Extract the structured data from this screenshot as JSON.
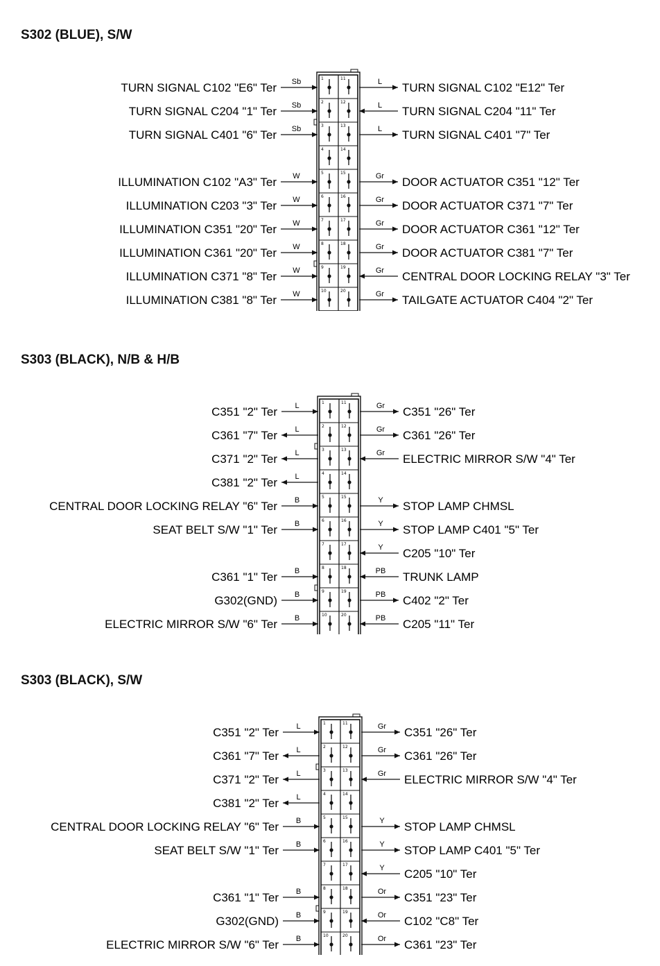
{
  "sections": [
    {
      "title": "S302 (BLUE), S/W",
      "rows": [
        {
          "left_label": "TURN SIGNAL C102 \"E6\" Ter",
          "left_wire": "Sb",
          "left_dir": "in",
          "pin_left": "1",
          "pin_right": "11",
          "right_wire": "L",
          "right_dir": "out",
          "right_label": "TURN SIGNAL C102 \"E12\" Ter"
        },
        {
          "left_label": "TURN SIGNAL C204 \"1\" Ter",
          "left_wire": "Sb",
          "left_dir": "in",
          "pin_left": "2",
          "pin_right": "12",
          "right_wire": "L",
          "right_dir": "in",
          "right_label": "TURN SIGNAL C204 \"11\" Ter"
        },
        {
          "left_label": "TURN SIGNAL C401 \"6\" Ter",
          "left_wire": "Sb",
          "left_dir": "in",
          "pin_left": "3",
          "pin_right": "13",
          "right_wire": "L",
          "right_dir": "out",
          "right_label": "TURN SIGNAL C401 \"7\" Ter"
        },
        {
          "left_label": "",
          "left_wire": "",
          "left_dir": "",
          "pin_left": "4",
          "pin_right": "14",
          "right_wire": "",
          "right_dir": "",
          "right_label": ""
        },
        {
          "left_label": "ILLUMINATION C102 \"A3\" Ter",
          "left_wire": "W",
          "left_dir": "in",
          "pin_left": "5",
          "pin_right": "15",
          "right_wire": "Gr",
          "right_dir": "out",
          "right_label": "DOOR ACTUATOR C351 \"12\" Ter"
        },
        {
          "left_label": "ILLUMINATION C203 \"3\" Ter",
          "left_wire": "W",
          "left_dir": "in",
          "pin_left": "6",
          "pin_right": "16",
          "right_wire": "Gr",
          "right_dir": "out",
          "right_label": "DOOR ACTUATOR C371 \"7\" Ter"
        },
        {
          "left_label": "ILLUMINATION C351 \"20\" Ter",
          "left_wire": "W",
          "left_dir": "in",
          "pin_left": "7",
          "pin_right": "17",
          "right_wire": "Gr",
          "right_dir": "out",
          "right_label": "DOOR ACTUATOR C361 \"12\" Ter"
        },
        {
          "left_label": "ILLUMINATION C361 \"20\" Ter",
          "left_wire": "W",
          "left_dir": "in",
          "pin_left": "8",
          "pin_right": "18",
          "right_wire": "Gr",
          "right_dir": "out",
          "right_label": "DOOR ACTUATOR C381 \"7\" Ter"
        },
        {
          "left_label": "ILLUMINATION C371 \"8\" Ter",
          "left_wire": "W",
          "left_dir": "in",
          "pin_left": "9",
          "pin_right": "19",
          "right_wire": "Gr",
          "right_dir": "in",
          "right_label": "CENTRAL DOOR LOCKING RELAY \"3\" Ter"
        },
        {
          "left_label": "ILLUMINATION C381 \"8\" Ter",
          "left_wire": "W",
          "left_dir": "in",
          "pin_left": "10",
          "pin_right": "20",
          "right_wire": "Gr",
          "right_dir": "out",
          "right_label": "TAILGATE ACTUATOR C404 \"2\" Ter"
        }
      ]
    },
    {
      "title": "S303 (BLACK), N/B & H/B",
      "rows": [
        {
          "left_label": "C351 \"2\" Ter",
          "left_wire": "L",
          "left_dir": "in",
          "pin_left": "1",
          "pin_right": "11",
          "right_wire": "Gr",
          "right_dir": "out",
          "right_label": "C351 \"26\" Ter"
        },
        {
          "left_label": "C361 \"7\" Ter",
          "left_wire": "L",
          "left_dir": "out",
          "pin_left": "2",
          "pin_right": "12",
          "right_wire": "Gr",
          "right_dir": "out",
          "right_label": "C361 \"26\" Ter"
        },
        {
          "left_label": "C371 \"2\" Ter",
          "left_wire": "L",
          "left_dir": "out",
          "pin_left": "3",
          "pin_right": "13",
          "right_wire": "Gr",
          "right_dir": "in",
          "right_label": "ELECTRIC MIRROR S/W \"4\" Ter"
        },
        {
          "left_label": "C381 \"2\" Ter",
          "left_wire": "L",
          "left_dir": "out",
          "pin_left": "4",
          "pin_right": "14",
          "right_wire": "",
          "right_dir": "",
          "right_label": ""
        },
        {
          "left_label": "CENTRAL DOOR LOCKING RELAY \"6\" Ter",
          "left_wire": "B",
          "left_dir": "in",
          "pin_left": "5",
          "pin_right": "15",
          "right_wire": "Y",
          "right_dir": "out",
          "right_label": "STOP LAMP CHMSL"
        },
        {
          "left_label": "SEAT BELT S/W \"1\" Ter",
          "left_wire": "B",
          "left_dir": "in",
          "pin_left": "6",
          "pin_right": "16",
          "right_wire": "Y",
          "right_dir": "out",
          "right_label": "STOP LAMP C401 \"5\" Ter"
        },
        {
          "left_label": "",
          "left_wire": "",
          "left_dir": "",
          "pin_left": "7",
          "pin_right": "17",
          "right_wire": "Y",
          "right_dir": "in",
          "right_label": "C205 \"10\" Ter"
        },
        {
          "left_label": "C361 \"1\" Ter",
          "left_wire": "B",
          "left_dir": "in",
          "pin_left": "8",
          "pin_right": "18",
          "right_wire": "PB",
          "right_dir": "in",
          "right_label": "TRUNK LAMP"
        },
        {
          "left_label": "G302(GND)",
          "left_wire": "B",
          "left_dir": "in",
          "pin_left": "9",
          "pin_right": "19",
          "right_wire": "PB",
          "right_dir": "out",
          "right_label": "C402 \"2\" Ter"
        },
        {
          "left_label": "ELECTRIC MIRROR S/W \"6\" Ter",
          "left_wire": "B",
          "left_dir": "in",
          "pin_left": "10",
          "pin_right": "20",
          "right_wire": "PB",
          "right_dir": "in",
          "right_label": "C205 \"11\" Ter"
        }
      ]
    },
    {
      "title": "S303 (BLACK), S/W",
      "rows": [
        {
          "left_label": "C351 \"2\" Ter",
          "left_wire": "L",
          "left_dir": "in",
          "pin_left": "1",
          "pin_right": "11",
          "right_wire": "Gr",
          "right_dir": "out",
          "right_label": "C351 \"26\" Ter"
        },
        {
          "left_label": "C361 \"7\" Ter",
          "left_wire": "L",
          "left_dir": "out",
          "pin_left": "2",
          "pin_right": "12",
          "right_wire": "Gr",
          "right_dir": "out",
          "right_label": "C361 \"26\" Ter"
        },
        {
          "left_label": "C371 \"2\" Ter",
          "left_wire": "L",
          "left_dir": "out",
          "pin_left": "3",
          "pin_right": "13",
          "right_wire": "Gr",
          "right_dir": "in",
          "right_label": "ELECTRIC MIRROR S/W \"4\" Ter"
        },
        {
          "left_label": "C381 \"2\" Ter",
          "left_wire": "L",
          "left_dir": "out",
          "pin_left": "4",
          "pin_right": "14",
          "right_wire": "",
          "right_dir": "",
          "right_label": ""
        },
        {
          "left_label": "CENTRAL DOOR LOCKING RELAY \"6\" Ter",
          "left_wire": "B",
          "left_dir": "in",
          "pin_left": "5",
          "pin_right": "15",
          "right_wire": "Y",
          "right_dir": "out",
          "right_label": "STOP LAMP CHMSL"
        },
        {
          "left_label": "SEAT BELT S/W \"1\" Ter",
          "left_wire": "B",
          "left_dir": "in",
          "pin_left": "6",
          "pin_right": "16",
          "right_wire": "Y",
          "right_dir": "out",
          "right_label": "STOP LAMP C401 \"5\" Ter"
        },
        {
          "left_label": "",
          "left_wire": "",
          "left_dir": "",
          "pin_left": "7",
          "pin_right": "17",
          "right_wire": "Y",
          "right_dir": "in",
          "right_label": "C205 \"10\" Ter"
        },
        {
          "left_label": "C361 \"1\" Ter",
          "left_wire": "B",
          "left_dir": "in",
          "pin_left": "8",
          "pin_right": "18",
          "right_wire": "Or",
          "right_dir": "out",
          "right_label": "C351 \"23\" Ter"
        },
        {
          "left_label": "G302(GND)",
          "left_wire": "B",
          "left_dir": "in",
          "pin_left": "9",
          "pin_right": "19",
          "right_wire": "Or",
          "right_dir": "in",
          "right_label": "C102 \"C8\" Ter"
        },
        {
          "left_label": "ELECTRIC MIRROR S/W \"6\" Ter",
          "left_wire": "B",
          "left_dir": "in",
          "pin_left": "10",
          "pin_right": "20",
          "right_wire": "Or",
          "right_dir": "out",
          "right_label": "C361 \"23\" Ter"
        }
      ]
    }
  ]
}
